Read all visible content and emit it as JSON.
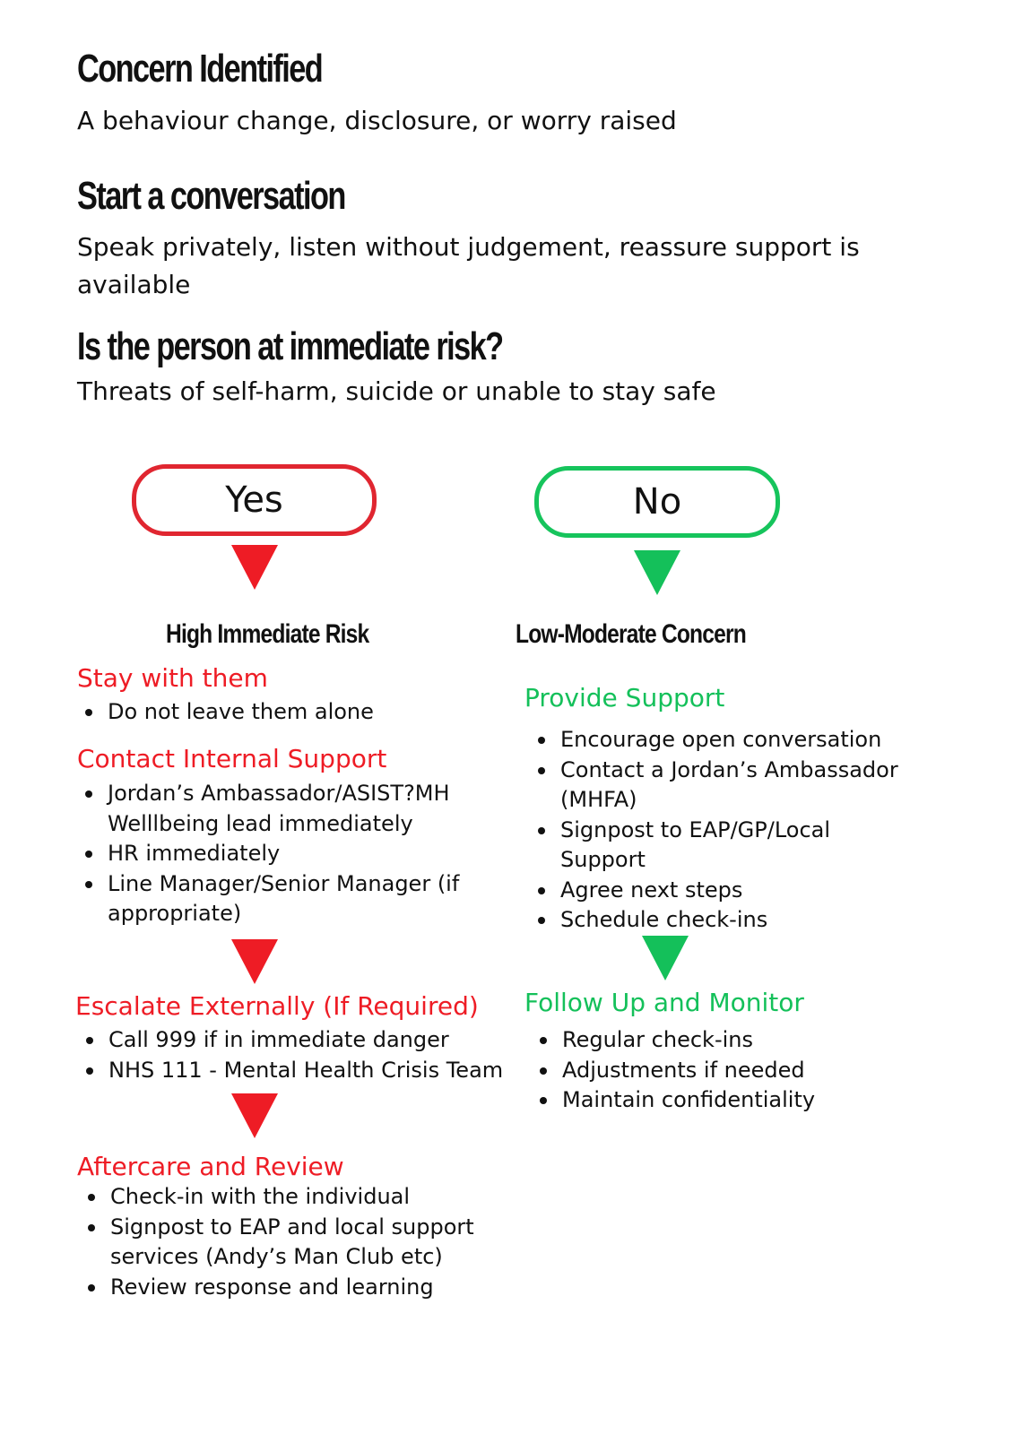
{
  "steps": [
    {
      "title": "Concern Identified",
      "text": "A behaviour change, disclosure, or worry raised"
    },
    {
      "title": "Start a conversation",
      "text": "Speak privately, listen without judgement, reassure support is available"
    },
    {
      "title": "Is the person at immediate risk?",
      "text": "Threats of self-harm, suicide or unable to stay safe"
    }
  ],
  "yes_branch": {
    "label": "Yes",
    "title": "High Immediate Risk",
    "color": "#ee1c25",
    "sections": [
      {
        "heading": "Stay with them",
        "items": [
          "Do not leave them alone"
        ]
      },
      {
        "heading": "Contact Internal Support",
        "items": [
          "Jordan’s Ambassador/ASIST?MH Welllbeing lead immediately",
          "HR immediately",
          "Line Manager/Senior Manager (if appropriate)"
        ]
      },
      {
        "heading": "Escalate Externally (If Required)",
        "items": [
          "Call 999 if in immediate danger",
          "NHS 111 - Mental Health Crisis Team"
        ]
      },
      {
        "heading": "Aftercare and Review",
        "items": [
          "Check-in with the individual",
          "Signpost to EAP and local support services (Andy’s Man Club etc)",
          "Review response and learning"
        ]
      }
    ]
  },
  "no_branch": {
    "label": "No",
    "title": "Low-Moderate Concern",
    "color": "#14c05a",
    "sections": [
      {
        "heading": "Provide Support",
        "items": [
          "Encourage open conversation",
          "Contact a Jordan’s Ambassador (MHFA)",
          "Signpost to EAP/GP/Local Support",
          "Agree next steps",
          "Schedule check-ins"
        ]
      },
      {
        "heading": "Follow Up and Monitor",
        "items": [
          "Regular check-ins",
          "Adjustments if needed",
          "Maintain confidentiality"
        ]
      }
    ]
  }
}
